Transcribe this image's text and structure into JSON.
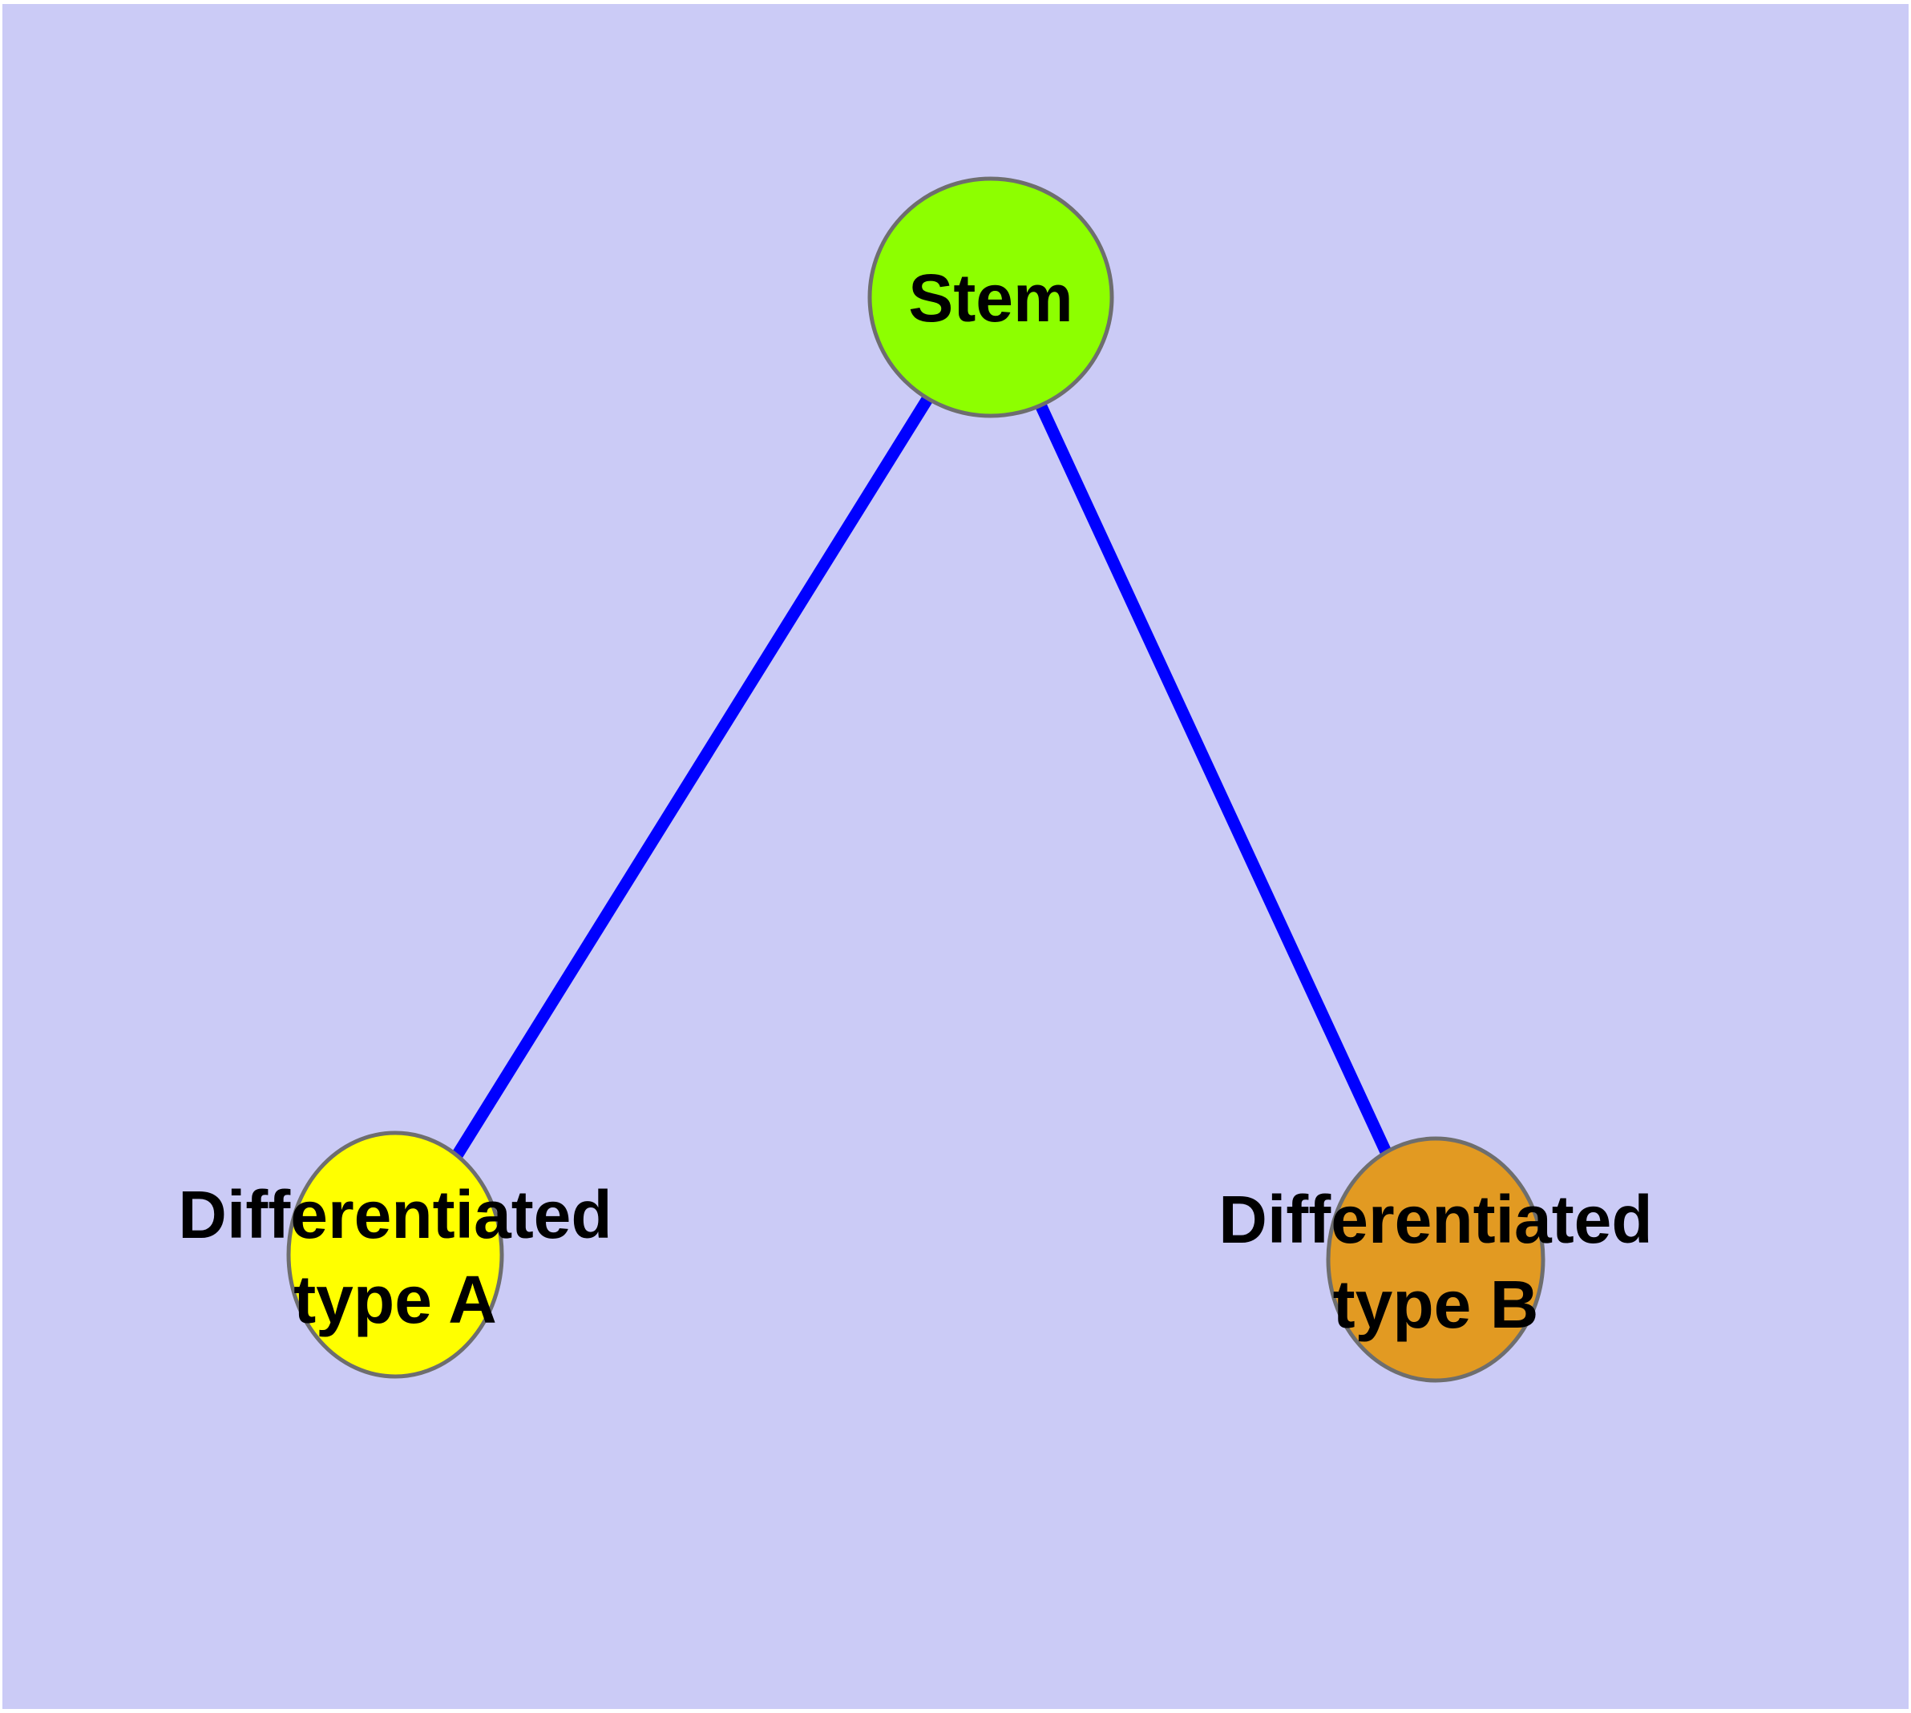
{
  "diagram": {
    "background_color": "#CBCBF6",
    "node_border_color": "#6E6E6E",
    "text_color": "#000000",
    "nodes": [
      {
        "id": "stem",
        "label": "Stem",
        "fill_color": "#8DFF00"
      },
      {
        "id": "differentiated-type-a",
        "label": "Differentiated type A",
        "label_line1": "Differentiated",
        "label_line2": "type A",
        "fill_color": "#FFFF00"
      },
      {
        "id": "differentiated-type-b",
        "label": "Differentiated type B",
        "label_line1": "Differentiated",
        "label_line2": "type B",
        "fill_color": "#E29A22"
      }
    ],
    "edges": [
      {
        "from": "Stem",
        "to": "Differentiated type A",
        "color": "#0000FF"
      },
      {
        "from": "Stem",
        "to": "Differentiated type B",
        "color": "#0000FF"
      }
    ]
  }
}
